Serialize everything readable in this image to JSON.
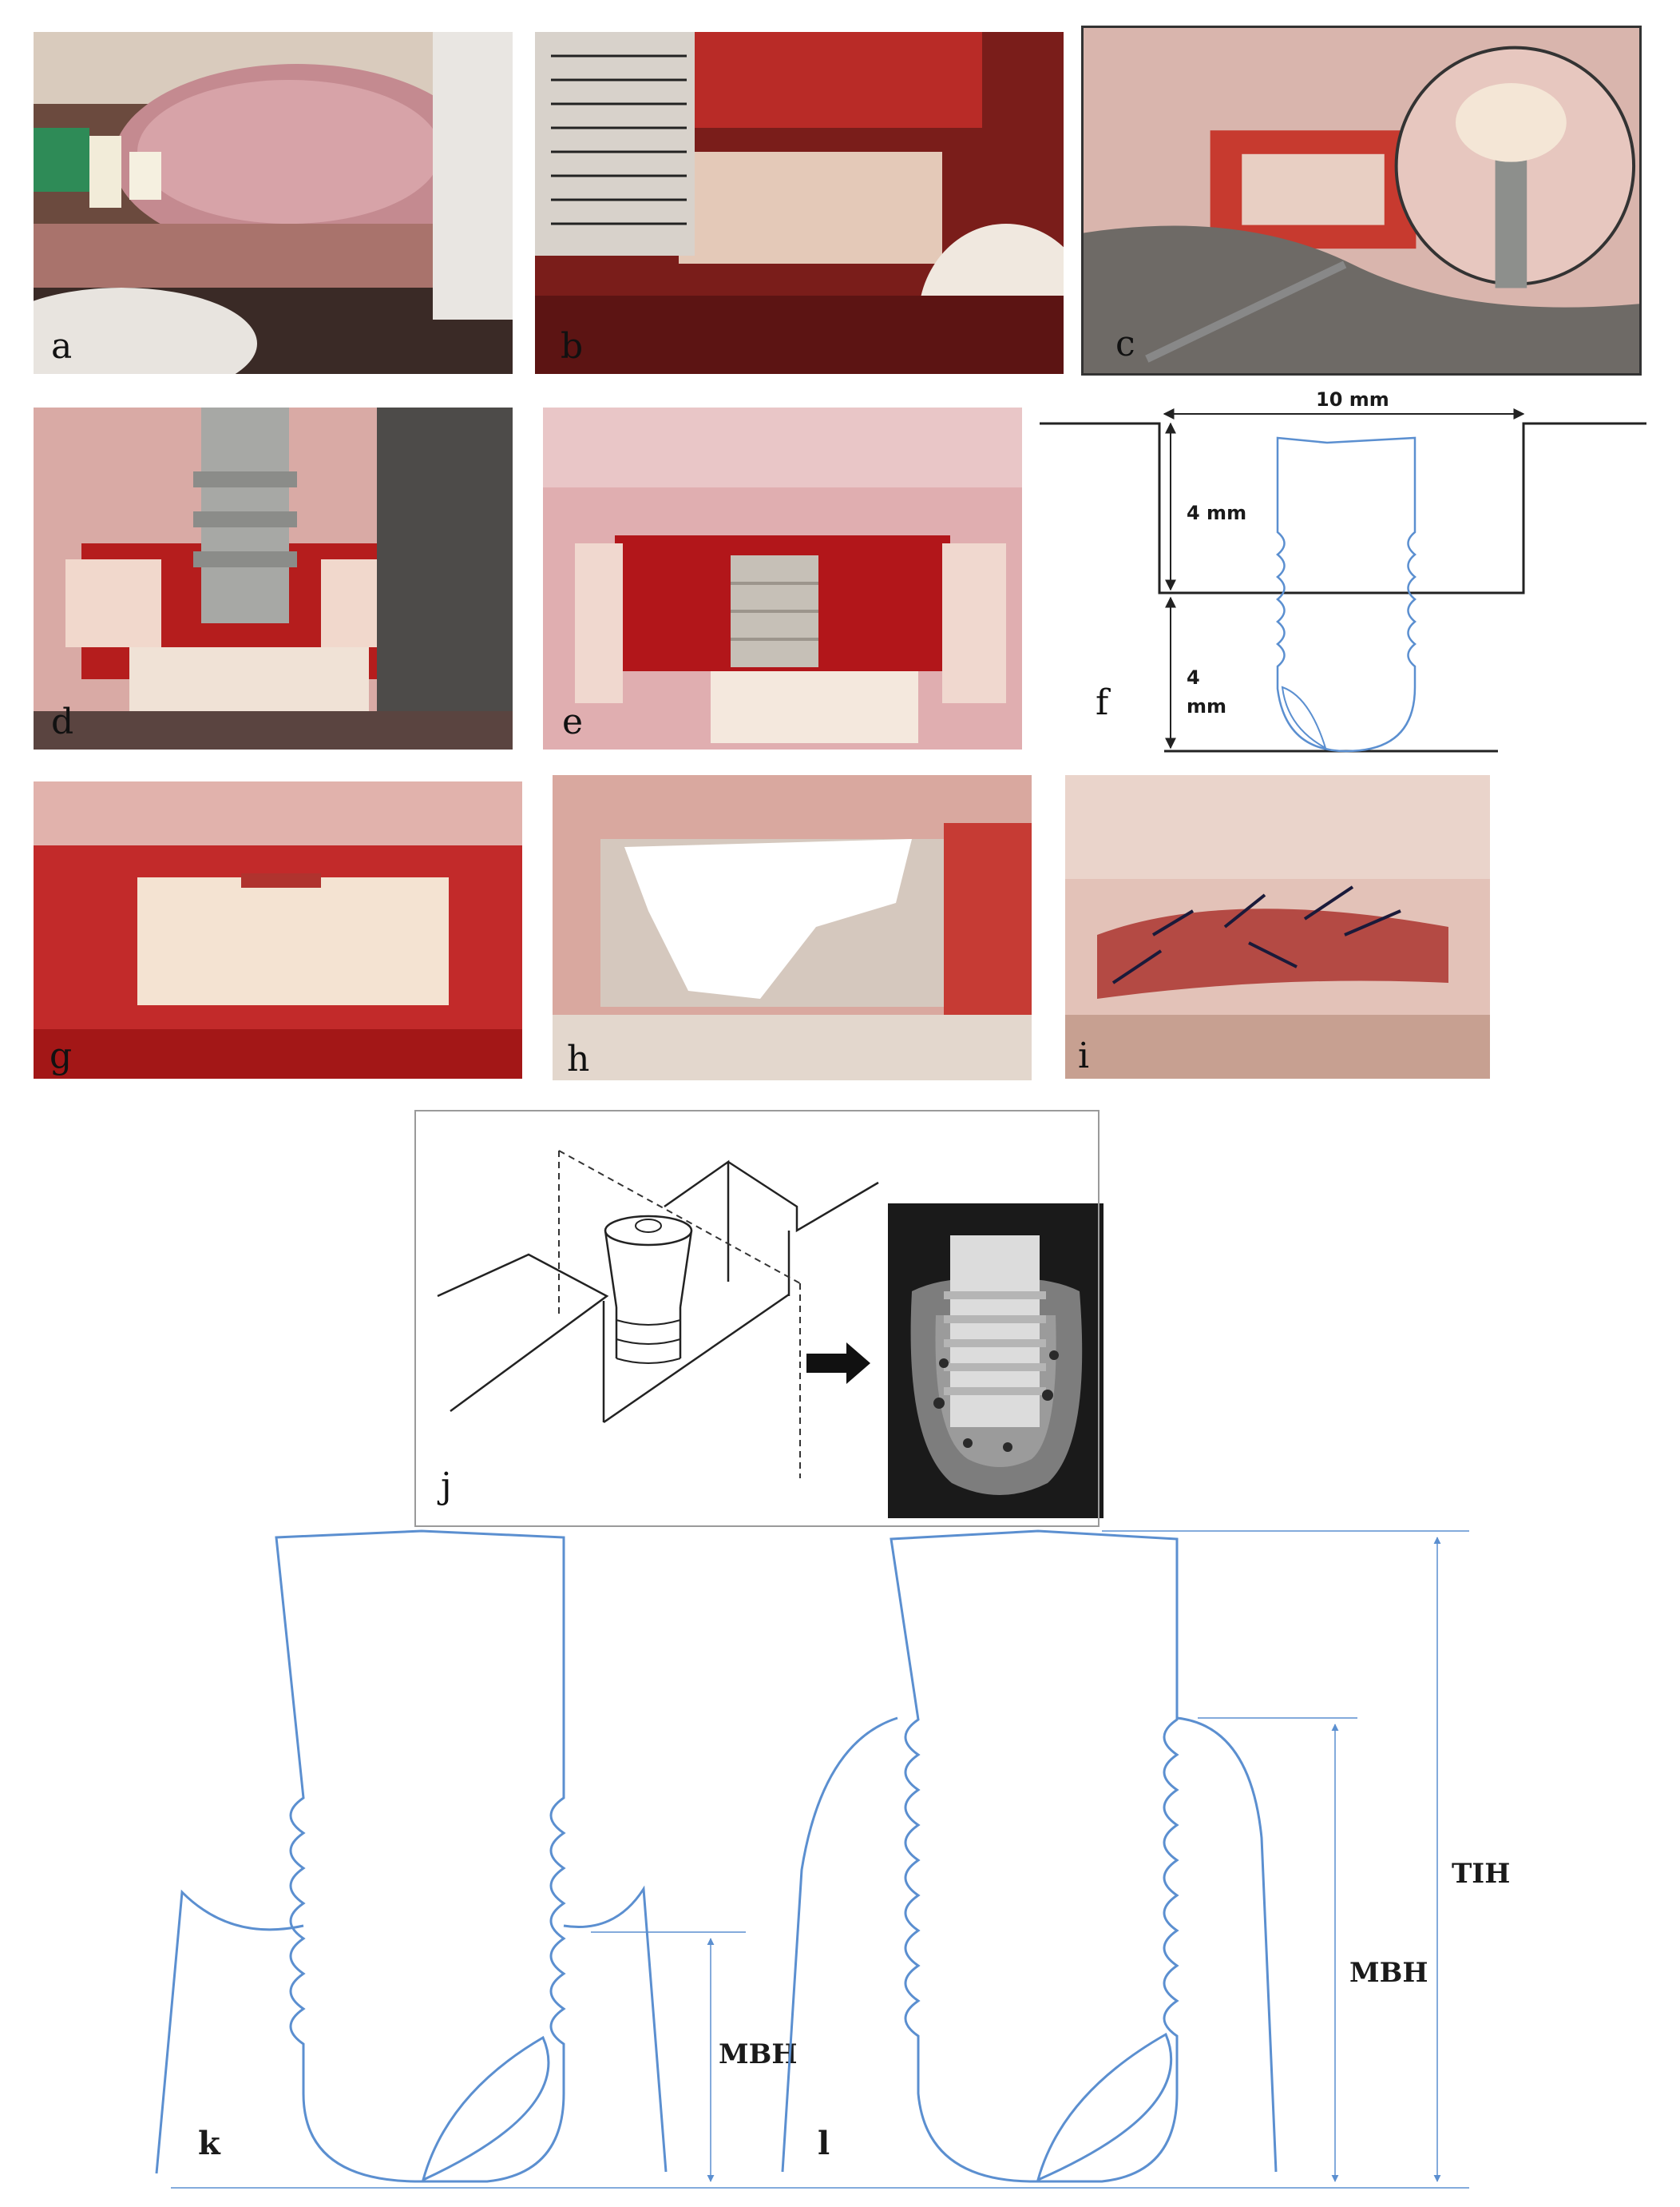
{
  "panels": {
    "a": "a",
    "b": "b",
    "c": "c",
    "d": "d",
    "e": "e",
    "f": "f",
    "g": "g",
    "h": "h",
    "i": "i",
    "j": "j",
    "k": "k",
    "l": "l"
  },
  "schematic_f": {
    "width_label": "10 mm",
    "depth_label": "4 mm",
    "apical_label_1": "4",
    "apical_label_2": "mm"
  },
  "schematic_kl": {
    "mbh_k": "MBH",
    "mbh_l": "MBH",
    "tih": "TIH"
  },
  "colors": {
    "implant_line": "#5b8fd0",
    "tissue_red": "#b5121b",
    "bone_white": "#efe4d6"
  }
}
